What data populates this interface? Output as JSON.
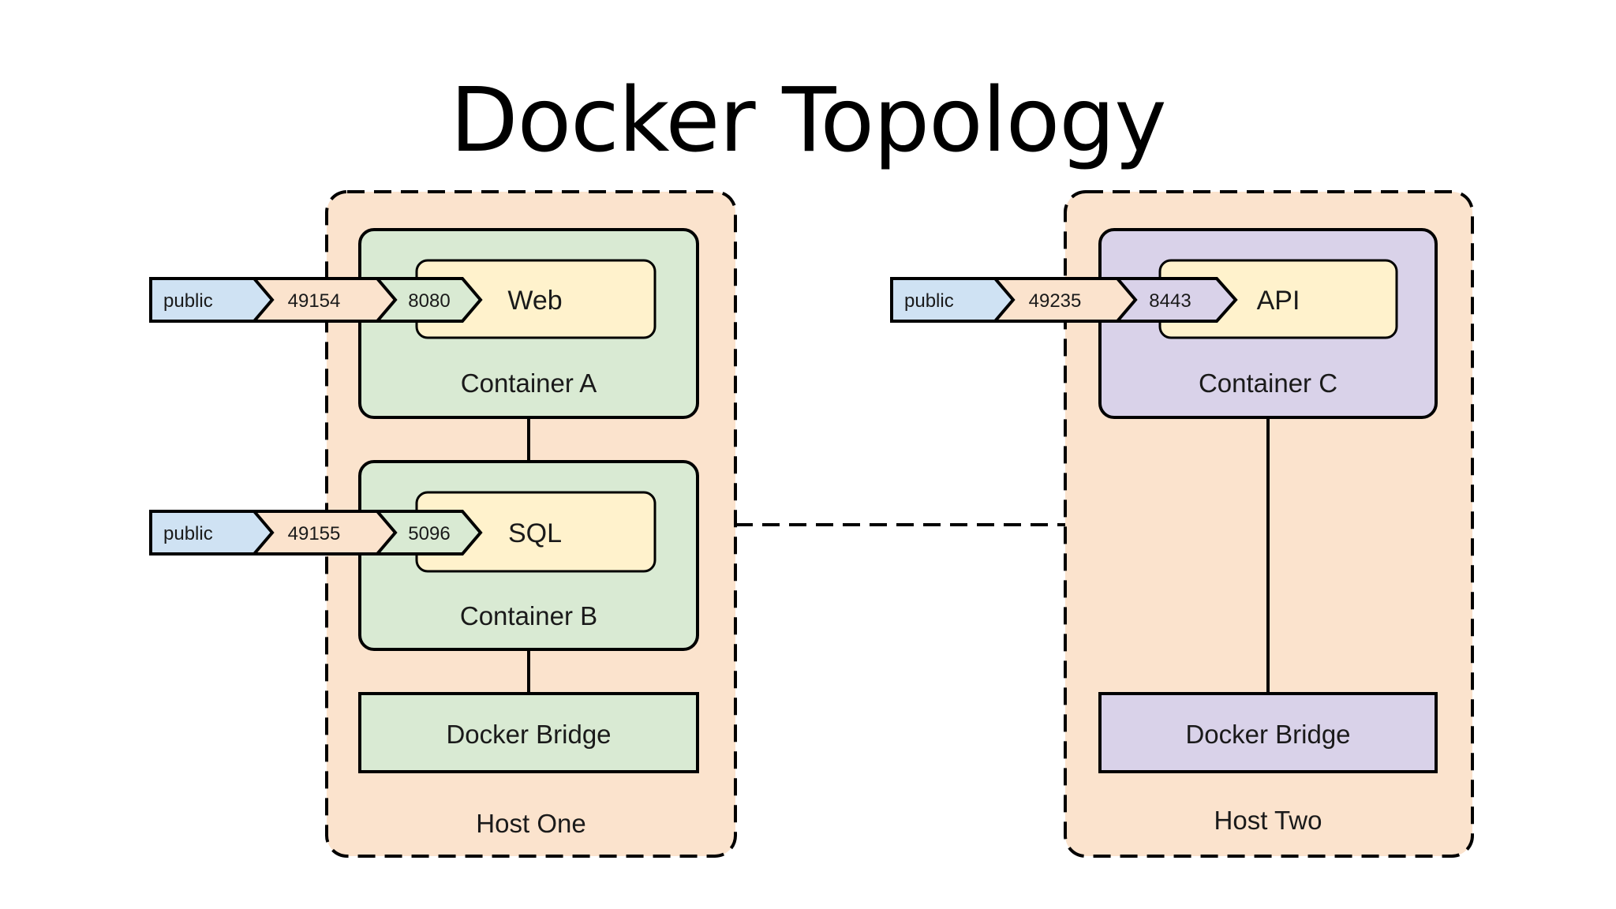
{
  "title": "Docker Topology",
  "colors": {
    "host": "#fbe3cd",
    "container_green": "#d9ead3",
    "container_purple": "#d9d2e9",
    "service": "#fff2cc",
    "public": "#cfe2f3",
    "stroke": "#000000"
  },
  "hosts": [
    {
      "label": "Host One",
      "bridge": "Docker Bridge",
      "containers": [
        {
          "label": "Container A",
          "service": "Web",
          "public": "public",
          "host_port": "49154",
          "container_port": "8080"
        },
        {
          "label": "Container B",
          "service": "SQL",
          "public": "public",
          "host_port": "49155",
          "container_port": "5096"
        }
      ]
    },
    {
      "label": "Host Two",
      "bridge": "Docker Bridge",
      "containers": [
        {
          "label": "Container C",
          "service": "API",
          "public": "public",
          "host_port": "49235",
          "container_port": "8443"
        }
      ]
    }
  ]
}
